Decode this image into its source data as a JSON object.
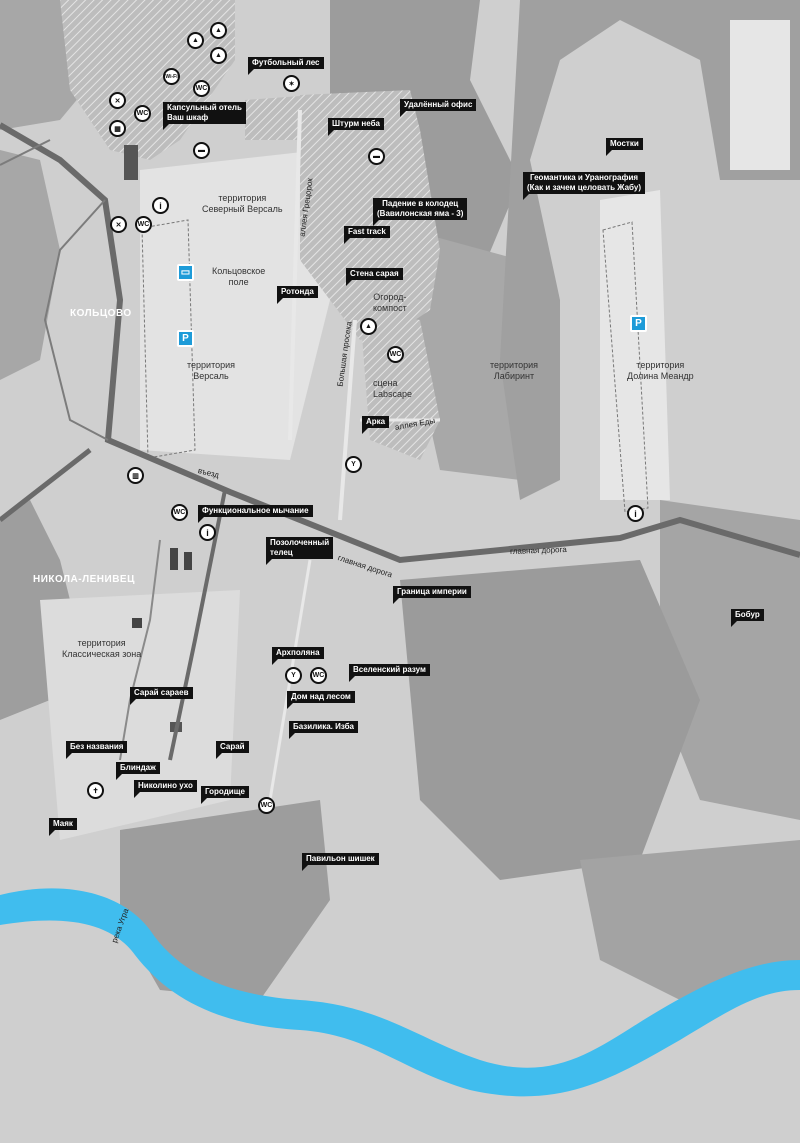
{
  "map": {
    "colors": {
      "land": "#cfcfcf",
      "forest": "#9a9a9a",
      "field": "#e6e6e6",
      "road": "#6a6a6a",
      "river": "#40bdee",
      "label": "#111111",
      "parking": "#1d9bd8"
    },
    "places": {
      "koltsovo": "КОЛЬЦОВО",
      "nikola": "НИКОЛА-ЛЕНИВЕЦ"
    },
    "areas": {
      "severny": "территория\nСеверный Версаль",
      "koltsovskoe": "Кольцовское\nполе",
      "versal": "территория\nВерсаль",
      "ogorod": "Огород-\nкомпост",
      "labyrinth": "территория\nЛабиринт",
      "meander": "территория\nДолина Меандр",
      "classic": "территория\nКлассическая зона",
      "labscape": "сцена\nLabscape"
    },
    "roads": {
      "vezd": "въезд",
      "main1": "главная дорога",
      "main2": "главная дорога",
      "grecorok": "аллея Грецорок",
      "prosek": "Большая просека",
      "edy": "аллея Еды",
      "ugra": "река Угра"
    },
    "labels": [
      "Футбольный лес",
      "Капсульный отель\nВаш шкаф",
      "Удалённый офис",
      "Штурм неба",
      "Мостки",
      "Геомантика и Уранография\n(Как и зачем целовать Жабу)",
      "Падение в колодец\n(Вавилонская яма - 3)",
      "Fast track",
      "Стена сарая",
      "Ротонда",
      "Арка",
      "Функциональное мычание",
      "Позолоченный\nтелец",
      "Граница империи",
      "Бобур",
      "Архполяна",
      "Вселенский разум",
      "Дом над лесом",
      "Базилика. Изба",
      "Сарай сараев",
      "Без названия",
      "Сарай",
      "Блиндаж",
      "Николино ухо",
      "Городище",
      "Маяк",
      "Павильон шишек"
    ],
    "icons": {
      "wc": "WC",
      "info": "i",
      "parking": "P",
      "wifi": "Wi-Fi"
    }
  }
}
